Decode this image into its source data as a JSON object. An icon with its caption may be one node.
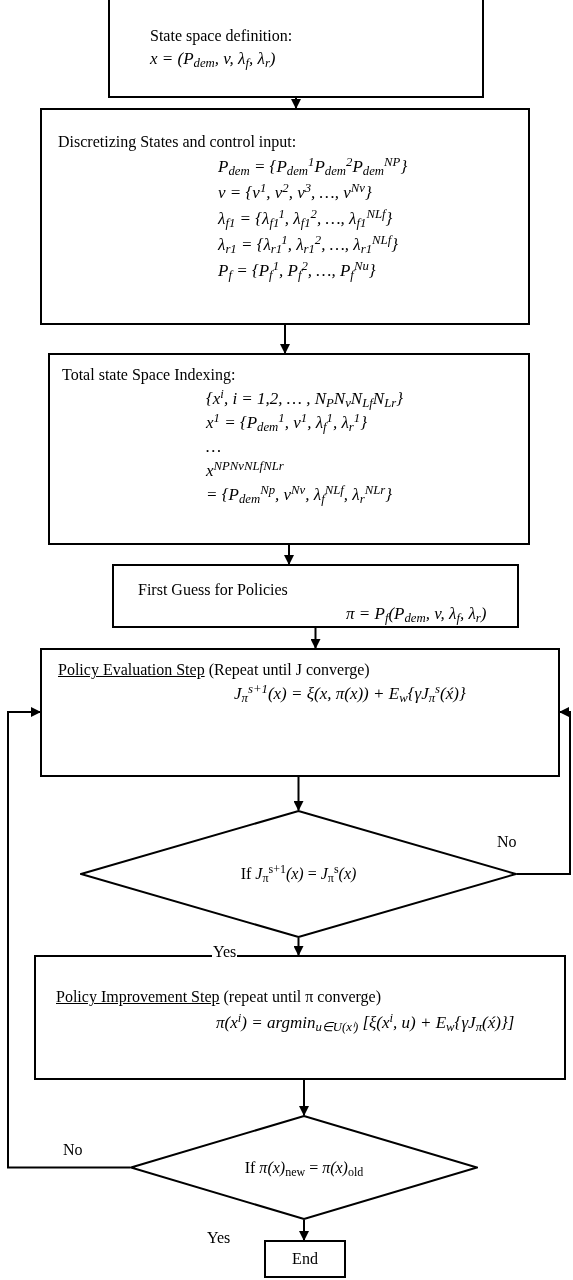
{
  "diagram": {
    "nodes": [
      {
        "text": [
          "State space definition:",
          "x = (P$_{dem}$, v, λ$_{f}$, λ$_{r}$)"
        ]
      },
      {
        "text": [
          "Discretizing States and control input:",
          "P$_{dem}$ = {P$_{dem}$$^{1}$P$_{dem}$$^{2}$P$_{dem}$$^{NP}$}",
          "v = {v$^{1}$, v$^{2}$, v$^{3}$,  …, v$^{Nv}$}",
          "λ$_{f1}$ = {λ$_{f1}$$^{1}$, λ$_{f1}$$^{2}$, …, λ$_{f1}$$^{NLf}$}",
          "λ$_{r1}$ = {λ$_{r1}$$^{1}$, λ$_{r1}$$^{2}$, …, λ$_{r1}$$^{NLf}$}",
          "P$_{f}$ = {P$_{f}$$^{1}$, P$_{f}$$^{2}$,  …, P$_{f}$$^{Nu}$}"
        ]
      },
      {
        "text": [
          "Total state Space Indexing:",
          "{x$^{i}$, i = 1,2, … , N$_{P}$N$_{v}$N$_{Lf}$N$_{Lr}$}",
          "x$^{1}$ = {P$_{dem}$$^{1}$, v$^{1}$, λ$_{f}$$^{1}$, λ$_{r}$$^{1}$}",
          "…",
          "x$^{NPNvNLfNLr}$",
          "= {P$_{dem}$$^{Np}$, v$^{Nv}$, λ$_{f}$$^{NLf}$, λ$_{r}$$^{NLr}$}"
        ]
      },
      {
        "text": [
          "First Guess for Policies",
          "π = P$_{f}$(P$_{dem}$, v, λ$_{f}$, λ$_{r}$)"
        ]
      },
      {
        "text": [
          "Policy Evaluation Step",
          "(Repeat until J converge)",
          "J$_{π}$$^{s+1}$(x) = ξ(x, π(x)) + E$_{w}${γJ$_{π}$$^{s}$(x́)}"
        ]
      },
      {
        "text": [
          "If *J*$_{π}$$^{s+1}$*(x)* = *J*$_{π}$$^{s}$*(x)*"
        ]
      },
      {
        "text": [
          "Policy Improvement Step",
          "(repeat until π converge)",
          "π(x$^{i}$) = argmin$_{u∈U(xⁱ)}$ [ξ(x$^{i}$, u) + E$_{w}${γJ$_{π}$(x́)}]"
        ]
      },
      {
        "text": [
          "If *π(x)*$_{new}$ = *π(x)*$_{old}$"
        ]
      },
      {
        "text": [
          "End"
        ]
      }
    ],
    "edges": [
      {
        "from": 0,
        "to": 1,
        "arrow": "to"
      },
      {
        "from": 1,
        "to": 2,
        "arrow": "to"
      },
      {
        "from": 2,
        "to": 3,
        "arrow": "to"
      },
      {
        "from": 3,
        "to": 4,
        "arrow": "to"
      },
      {
        "from": 4,
        "to": 5,
        "arrow": "to"
      },
      {
        "from": 5,
        "to": 6,
        "label": "Yes",
        "arrow": "to"
      },
      {
        "from": 5,
        "to": 4,
        "label": "No",
        "arrow": "to"
      },
      {
        "from": 6,
        "to": 7,
        "arrow": "to"
      },
      {
        "from": 7,
        "to": 8,
        "label": "Yes",
        "arrow": "to"
      },
      {
        "from": 7,
        "to": 4,
        "label": "No",
        "arrow": "to"
      }
    ]
  }
}
